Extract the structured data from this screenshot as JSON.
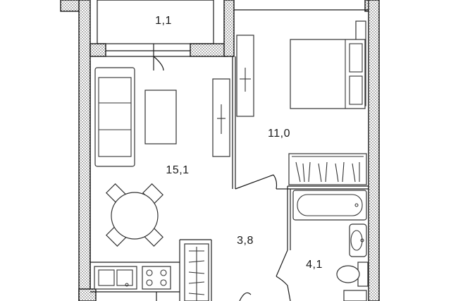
{
  "rooms": {
    "balcony": {
      "area": "1,1"
    },
    "bedroom": {
      "area": "11,0"
    },
    "living": {
      "area": "15,1"
    },
    "hall": {
      "area": "3,8"
    },
    "bathroom": {
      "area": "4,1"
    }
  },
  "icons": [
    "bed-icon",
    "sofa-icon",
    "table-icon",
    "dining-table-icon",
    "bathtub-icon",
    "sink-icon",
    "toilet-icon",
    "stove-icon",
    "kitchen-sink-icon",
    "wardrobe-icon",
    "door-icon"
  ]
}
